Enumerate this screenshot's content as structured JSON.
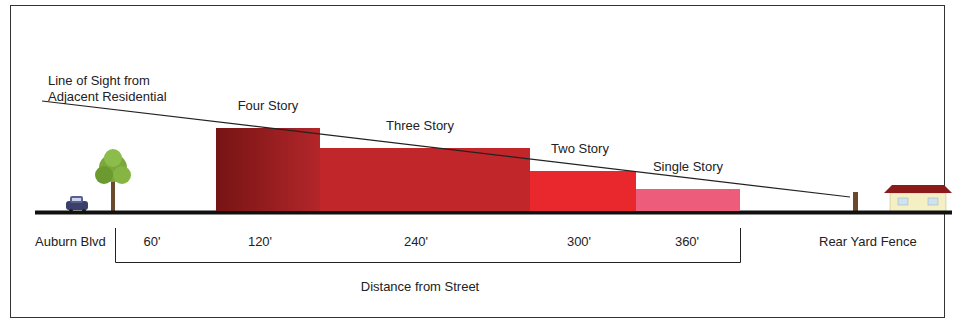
{
  "diagram": {
    "nodes": [
      {
        "text": [
          "Four Story"
        ]
      },
      {
        "text": [
          "Three Story"
        ]
      },
      {
        "text": [
          "Two Story"
        ]
      },
      {
        "text": [
          "Single Story"
        ]
      }
    ],
    "labels": [
      "Line of Sight from Adjacent Residential",
      "Auburn Blvd",
      "60'",
      "120'",
      "240'",
      "300'",
      "360'",
      "Rear Yard Fence",
      "Distance from Street"
    ]
  }
}
